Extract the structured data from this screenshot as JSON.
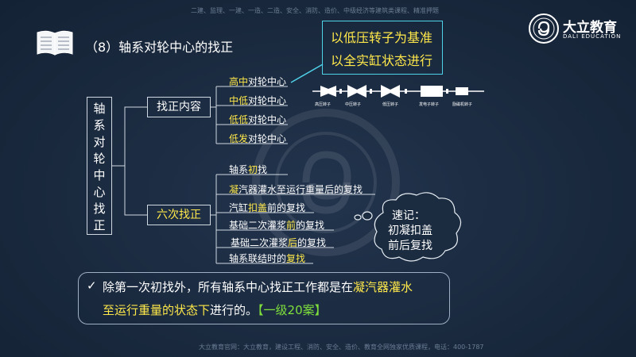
{
  "header": {
    "top_note": "二建、监理、一建、一造、二造、安全、消防、造价、中级经济等建筑类课程、精准押题",
    "title": "（8）轴系对轮中心的找正",
    "callout_line1": "以低压转子为基准",
    "callout_line2": "以全实缸状态进行"
  },
  "brand": {
    "name": "大立教育",
    "sub": "DALI EDUCATION",
    "colors": {
      "accent": "#ffe84a",
      "box": "#4fd1e8",
      "green": "#7fe03c"
    }
  },
  "diagram": {
    "main_chars": [
      "轴",
      "系",
      "对",
      "轮",
      "中",
      "心",
      "找",
      "正"
    ],
    "branch1": "找正内容",
    "branch1_items": [
      {
        "hl": "高中",
        "rest": "对轮中心"
      },
      {
        "hl": "中低",
        "rest": "对轮中心"
      },
      {
        "hl": "低低",
        "rest": "对轮中心"
      },
      {
        "hl": "低发",
        "rest": "对轮中心"
      }
    ],
    "branch2": "六次找正",
    "branch2_items": [
      {
        "pre": "轴系",
        "hl": "初",
        "post": "找"
      },
      {
        "pre": "",
        "hl": "凝",
        "post": "汽器灌水至运行重量后的复找"
      },
      {
        "pre": "汽缸",
        "hl": "扣盖",
        "post": "前的复找"
      },
      {
        "pre": "基础二次灌浆",
        "hl": "前",
        "post": "的复找"
      },
      {
        "pre": "基础二次灌浆",
        "hl": "后",
        "post": "的复找"
      },
      {
        "pre": "轴系联结时的",
        "hl": "复找",
        "post": ""
      }
    ],
    "machine_labels": [
      "高压转子",
      "中压转子",
      "低压转子",
      "发电子转子",
      "励磁机转子"
    ],
    "cloud_line1": "速记：",
    "cloud_line2": "初凝扣盖",
    "cloud_line3": "前后复找"
  },
  "note": {
    "check": "✓",
    "l1_pre": "除第一次初找外，所有轴系中心找正工作都是在",
    "l1_hl": "凝汽器灌水",
    "l2_hl": "至运行重量的状态下",
    "l2_post": "进行的。",
    "tag": "【一级20案】"
  },
  "footer": {
    "note": "大立教育官网：大立教育，建设工程、消防、安全、造价、教育全网独家优质课程，电话：400-1787"
  }
}
